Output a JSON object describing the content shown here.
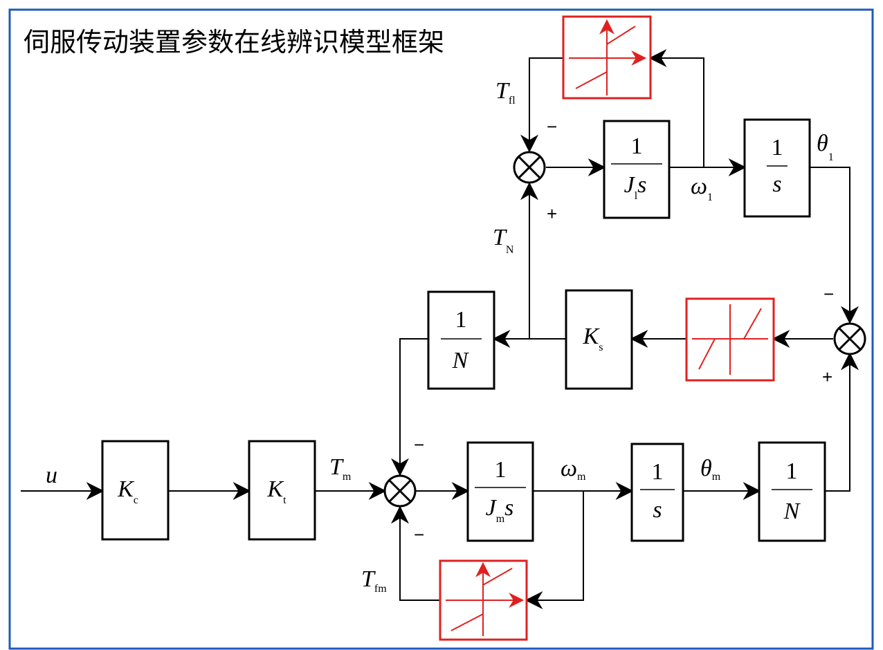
{
  "title": "伺服传动装置参数在线辨识模型框架",
  "colors": {
    "border": "#1e5bb8",
    "nonlinear": "#e02020",
    "line": "#000000"
  },
  "blocks": {
    "kc": {
      "sym": "K",
      "sub": "c"
    },
    "kt": {
      "sym": "K",
      "sub": "t"
    },
    "ks": {
      "sym": "K",
      "sub": "s"
    },
    "jm": {
      "num": "1",
      "sym": "J",
      "sub": "m",
      "tail": "s"
    },
    "jl": {
      "num": "1",
      "sym": "J",
      "sub": "l",
      "tail": "s"
    },
    "int_m": {
      "num": "1",
      "den": "s"
    },
    "int_l": {
      "num": "1",
      "den": "s"
    },
    "n_bottom": {
      "num": "1",
      "den": "N"
    },
    "n_mid": {
      "num": "1",
      "den": "N"
    }
  },
  "signals": {
    "u": "u",
    "tm": {
      "sym": "T",
      "sub": "m"
    },
    "tfm": {
      "sym": "T",
      "sub": "fm"
    },
    "tfl": {
      "sym": "T",
      "sub": "fl"
    },
    "tn": {
      "sym": "T",
      "sub": "N"
    },
    "wm": {
      "sym": "ω",
      "sub": "m"
    },
    "thm": {
      "sym": "θ",
      "sub": "m"
    },
    "wl": {
      "sym": "ω",
      "sub": "1"
    },
    "thl": {
      "sym": "θ",
      "sub": "1"
    }
  },
  "signs": {
    "bottom_top": "−",
    "bottom_bottom": "−",
    "top_top": "−",
    "top_bottom": "+",
    "right_top": "−",
    "right_bottom": "+"
  },
  "nonlinear_blocks": [
    "friction-load",
    "friction-motor",
    "backlash"
  ]
}
